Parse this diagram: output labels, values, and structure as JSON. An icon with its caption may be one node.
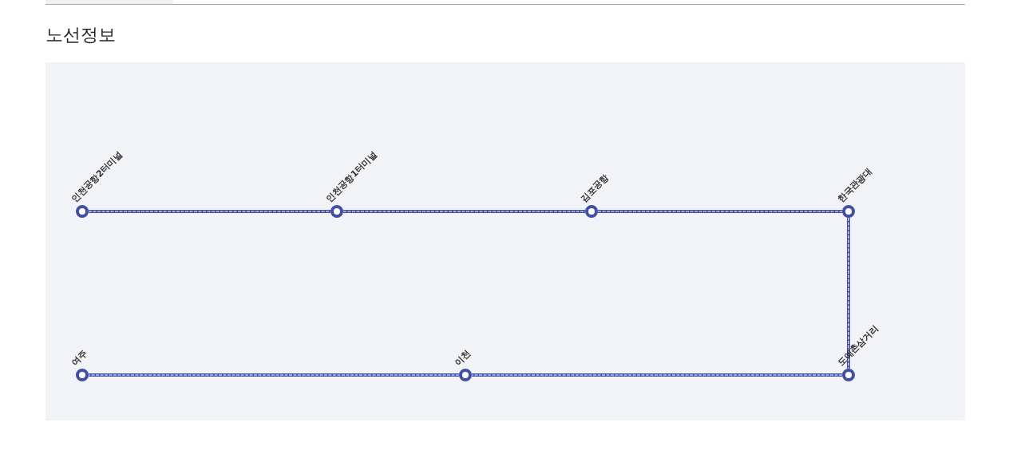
{
  "diagram": {
    "title": "노선정보",
    "nodes": [
      {
        "text": [],
        "shape": "circle",
        "beside": [
          "인천공항2터미널"
        ]
      },
      {
        "text": [],
        "shape": "circle",
        "beside": [
          "인천공항1터미널"
        ]
      },
      {
        "text": [],
        "shape": "circle",
        "beside": [
          "김포공항"
        ]
      },
      {
        "text": [],
        "shape": "circle",
        "beside": [
          "한국관광대"
        ]
      },
      {
        "text": [],
        "shape": "circle",
        "beside": [
          "여주"
        ]
      },
      {
        "text": [],
        "shape": "circle",
        "beside": [
          "이천"
        ]
      },
      {
        "text": [],
        "shape": "circle",
        "beside": [
          "도예촌삼거리"
        ]
      }
    ],
    "edges": [
      {
        "from": 0,
        "to": 1,
        "arrow": "none"
      },
      {
        "from": 1,
        "to": 2,
        "arrow": "none"
      },
      {
        "from": 2,
        "to": 3,
        "arrow": "none"
      },
      {
        "from": 3,
        "to": 6,
        "arrow": "none"
      },
      {
        "from": 6,
        "to": 5,
        "arrow": "none"
      },
      {
        "from": 5,
        "to": 4,
        "arrow": "none"
      }
    ]
  }
}
